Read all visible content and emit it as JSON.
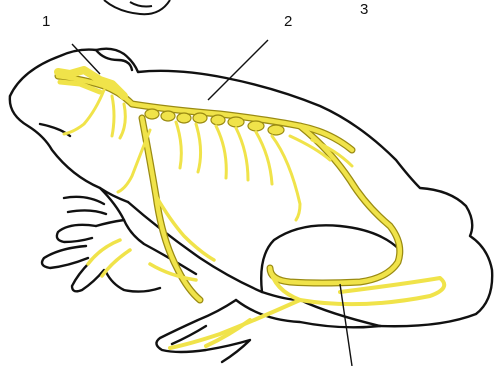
{
  "diagram": {
    "labels": [
      {
        "id": "label-1",
        "text": "1"
      },
      {
        "id": "label-2",
        "text": "2"
      },
      {
        "id": "label-3",
        "text": "3"
      }
    ],
    "colors": {
      "outline": "#111111",
      "nerve": "#f0e34a",
      "nerve_edge": "#9a8b12",
      "background": "#ffffff"
    }
  }
}
